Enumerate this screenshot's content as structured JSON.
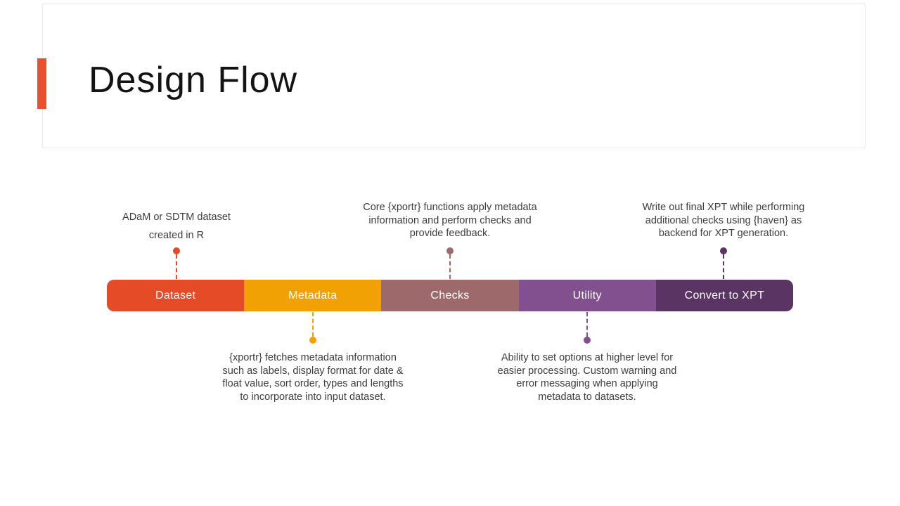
{
  "slide": {
    "title": "Design Flow",
    "accent_color": "#e8502e",
    "frame_border_color": "#e9e9e9",
    "text_color": "#3d3d3d"
  },
  "flow": {
    "steps": [
      {
        "label": "Dataset",
        "color": "#e64b27",
        "connector_side": "top",
        "description": [
          "ADaM or SDTM dataset",
          "created in R"
        ]
      },
      {
        "label": "Metadata",
        "color": "#f2a104",
        "connector_side": "bottom",
        "description": [
          "{xportr} fetches metadata information",
          "such as labels, display format for date &",
          "float value, sort order, types and lengths",
          "to incorporate into input dataset."
        ]
      },
      {
        "label": "Checks",
        "color": "#9e696b",
        "connector_side": "top",
        "description": [
          "Core {xportr} functions apply metadata",
          "information and perform checks and",
          "provide feedback."
        ]
      },
      {
        "label": "Utility",
        "color": "#82508f",
        "connector_side": "bottom",
        "description": [
          "Ability to set options at higher level for",
          "easier processing. Custom warning and",
          "error messaging when applying",
          "metadata to datasets."
        ]
      },
      {
        "label": "Convert to XPT",
        "color": "#5a3463",
        "connector_side": "top",
        "description": [
          "Write out final XPT while performing",
          "additional checks using {haven} as",
          "backend for XPT generation."
        ]
      }
    ]
  }
}
